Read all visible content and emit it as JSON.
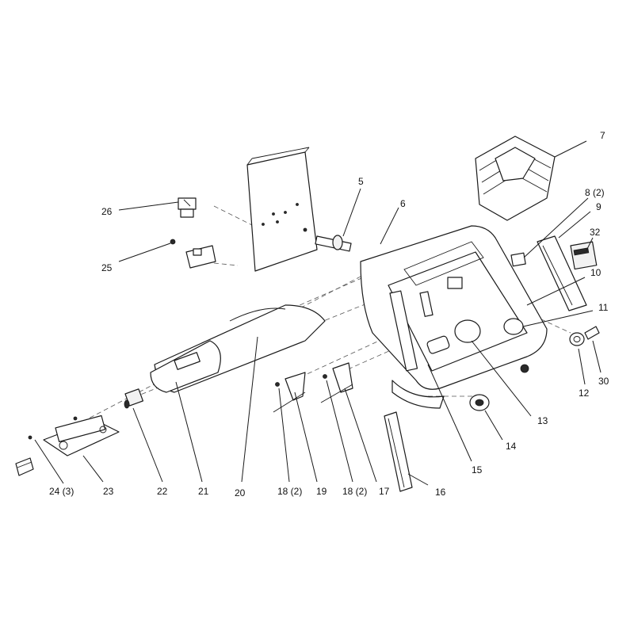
{
  "callouts": [
    {
      "id": "c5",
      "label": "5"
    },
    {
      "id": "c6",
      "label": "6"
    },
    {
      "id": "c7",
      "label": "7"
    },
    {
      "id": "c8",
      "label": "8 (2)"
    },
    {
      "id": "c9",
      "label": "9"
    },
    {
      "id": "c32",
      "label": "32"
    },
    {
      "id": "c10",
      "label": "10"
    },
    {
      "id": "c11",
      "label": "11"
    },
    {
      "id": "c12",
      "label": "12"
    },
    {
      "id": "c30",
      "label": "30"
    },
    {
      "id": "c13",
      "label": "13"
    },
    {
      "id": "c14",
      "label": "14"
    },
    {
      "id": "c15",
      "label": "15"
    },
    {
      "id": "c16",
      "label": "16"
    },
    {
      "id": "c17",
      "label": "17"
    },
    {
      "id": "c18b",
      "label": "18 (2)"
    },
    {
      "id": "c19",
      "label": "19"
    },
    {
      "id": "c18a",
      "label": "18 (2)"
    },
    {
      "id": "c20",
      "label": "20"
    },
    {
      "id": "c21",
      "label": "21"
    },
    {
      "id": "c22",
      "label": "22"
    },
    {
      "id": "c23",
      "label": "23"
    },
    {
      "id": "c24",
      "label": "24 (3)"
    },
    {
      "id": "c25",
      "label": "25"
    },
    {
      "id": "c26",
      "label": "26"
    }
  ]
}
